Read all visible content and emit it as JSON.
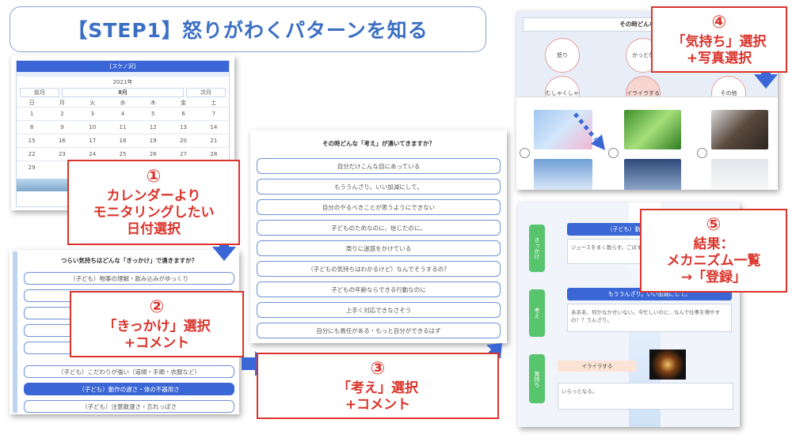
{
  "title": "【STEP1】怒りがわくパターンを知る",
  "calendar": {
    "header": "[スケノ沢]",
    "year": "2021年",
    "prev": "前月",
    "month": "8月",
    "next": "次月",
    "weekdays": [
      "日",
      "月",
      "火",
      "水",
      "木",
      "金",
      "土"
    ],
    "weeks": [
      [
        "1",
        "2",
        "3",
        "4",
        "5",
        "6",
        "7"
      ],
      [
        "8",
        "9",
        "10",
        "11",
        "12",
        "13",
        "14"
      ],
      [
        "15",
        "16",
        "17",
        "18",
        "19",
        "20",
        "21"
      ],
      [
        "22",
        "23",
        "24",
        "25",
        "26",
        "27",
        "28"
      ],
      [
        "29",
        "",
        "",
        "",
        "",
        "",
        ""
      ]
    ]
  },
  "callouts": {
    "c1": {
      "num": "①",
      "line1": "カレンダーより",
      "line2": "モニタリングしたい",
      "line3": "日付選択"
    },
    "c2": {
      "num": "②",
      "line1": "「きっかけ」選択",
      "line2": "+コメント"
    },
    "c3": {
      "num": "③",
      "line1": "「考え」選択",
      "line2": "+コメント"
    },
    "c4": {
      "num": "④",
      "line1": "「気持ち」選択",
      "line2": "+写真選択"
    },
    "c5": {
      "num": "⑤",
      "line1": "結果：",
      "line2": "メカニズム一覧",
      "line3": "→「登録」"
    }
  },
  "trigger": {
    "question": "つらい気持ちはどんな「きっかけ」で湧きますか？",
    "options": [
      "（子ども）物事の理解・飲み込みがゆっくり",
      "（子ども）こだわりが強い（道順・手順・衣服など）",
      "（子ども）動作の遅さ・体の不器用さ",
      "（子ども）注意散漫さ・忘れっぽさ"
    ]
  },
  "thought": {
    "question": "その時どんな「考え」が湧いてきますか？",
    "options": [
      "自分だけこんな目にあっている",
      "もううんざり。いい加減にして。",
      "自分のやるべきことが思うようにできない",
      "子どものためなのに、信じたのに。",
      "周りに迷惑をかけている",
      "（子どもの気持ちはわかるけど）なんでそうするの？",
      "子どもの年齢ならできる行動なのに",
      "上手く対応できなさそう",
      "自分にも責任がある・もっと自分ができるはず"
    ]
  },
  "feeling": {
    "question": "その時どんな「気も",
    "circles": [
      "怒り",
      "かっとな",
      "むしゃくしゃ",
      "イライラする",
      "その他"
    ]
  },
  "result": {
    "tabs": [
      "きっかけ",
      "考え",
      "気持ち"
    ],
    "trigger_bar": "（子ども）動作",
    "trigger_comment": "ジュースをまく散らす。ごぼす",
    "thought_bar": "もううんざり。いい加減にして。",
    "thought_comment": "あああ、何かなかせいない。今忙しいのに…なんで仕事を増やすの！？うんざり。",
    "feeling_chip": "イライラする",
    "feeling_comment": "いらっとなる。"
  },
  "colors": {
    "accent": "#3b66d6",
    "callout": "#d9342b",
    "green": "#58c46e"
  }
}
